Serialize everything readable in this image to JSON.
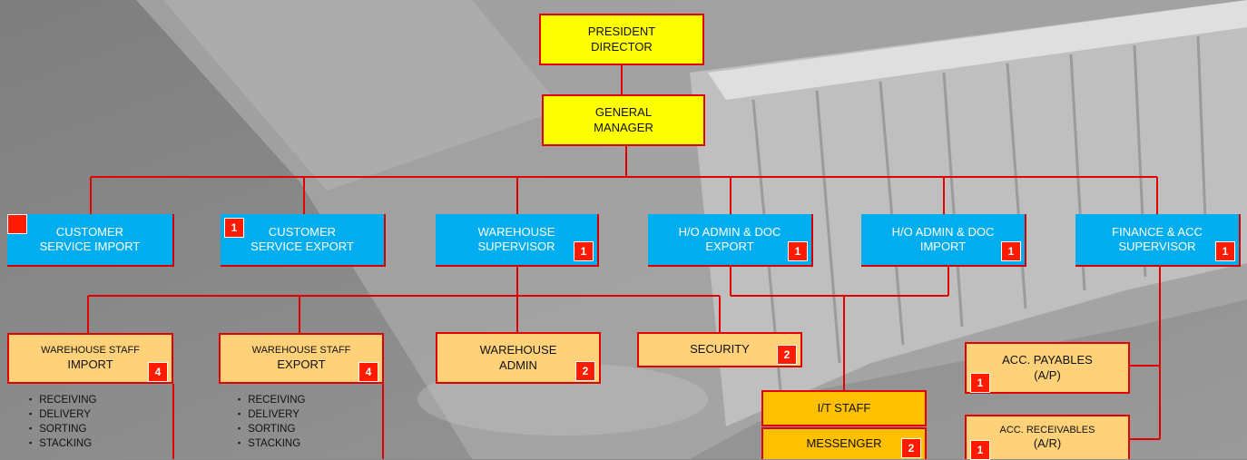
{
  "background": {
    "description": "grayscale container ship photo"
  },
  "colors": {
    "line": "#e00000",
    "yellow": "#ffff00",
    "blue": "#00aeef",
    "tan": "#ffd27a",
    "orange": "#ffc000",
    "badge": "#ff1a00"
  },
  "top": {
    "president": [
      "PRESIDENT",
      "DIRECTOR"
    ],
    "gm": [
      "GENERAL",
      "MANAGER"
    ]
  },
  "depts": [
    {
      "l1": "CUSTOMER",
      "l2": "SERVICE IMPORT",
      "badge": ""
    },
    {
      "l1": "CUSTOMER",
      "l2": "SERVICE EXPORT",
      "badge": "1"
    },
    {
      "l1": "WAREHOUSE",
      "l2": "SUPERVISOR",
      "badge": "1"
    },
    {
      "l1": "H/O ADMIN & DOC",
      "l2": "EXPORT",
      "badge": "1"
    },
    {
      "l1": "H/O ADMIN & DOC",
      "l2": "IMPORT",
      "badge": "1"
    },
    {
      "l1": "FINANCE & ACC",
      "l2": "SUPERVISOR",
      "badge": "1"
    }
  ],
  "warehouse": {
    "import": {
      "l1": "WAREHOUSE STAFF",
      "l2": "IMPORT",
      "badge": "4"
    },
    "export": {
      "l1": "WAREHOUSE STAFF",
      "l2": "EXPORT",
      "badge": "4"
    },
    "admin": {
      "l1": "WAREHOUSE",
      "l2": "ADMIN",
      "badge": "2"
    },
    "security": {
      "label": "SECURITY",
      "badge": "2"
    },
    "tasks": [
      "RECEIVING",
      "DELIVERY",
      "SORTING",
      "STACKING"
    ]
  },
  "admin_staff": {
    "it": {
      "label": "I/T STAFF"
    },
    "messenger": {
      "label": "MESSENGER",
      "badge": "2"
    }
  },
  "finance": {
    "ap": {
      "l1": "ACC. PAYABLES",
      "l2": "(A/P)",
      "badge": "1"
    },
    "ar": {
      "l1": "ACC. RECEIVABLES",
      "l2": "(A/R)",
      "badge": "1"
    }
  }
}
